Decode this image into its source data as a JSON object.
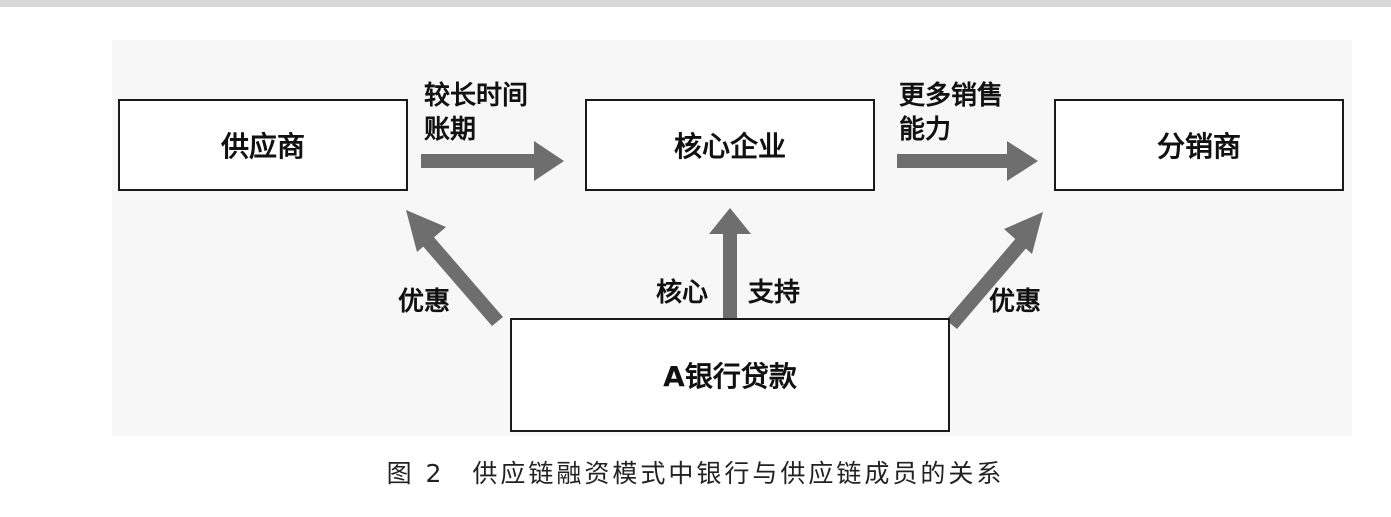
{
  "nodes": {
    "supplier": "供应商",
    "core_enterprise": "核心企业",
    "distributor": "分销商",
    "bank_loan": "A银行贷款"
  },
  "edges": {
    "supplier_to_core": [
      "较长时间",
      "账期"
    ],
    "core_to_distributor": [
      "更多销售",
      "能力"
    ],
    "bank_to_supplier": "优惠",
    "bank_to_core_left": "核心",
    "bank_to_core_right": "支持",
    "bank_to_distributor": "优惠"
  },
  "caption": {
    "number": "图 2",
    "text": "供应链融资模式中银行与供应链成员的关系"
  },
  "colors": {
    "arrow": "#6e6e6e",
    "box_border": "#1a1a1a",
    "text": "#111111"
  }
}
